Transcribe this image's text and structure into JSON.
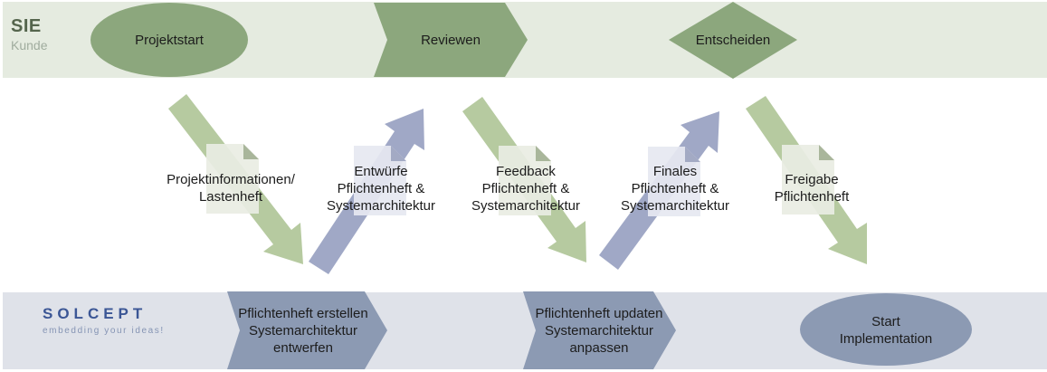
{
  "lanes": {
    "customer": {
      "title": "SIE",
      "subtitle": "Kunde"
    },
    "company": {
      "name": "SOLCEPT",
      "tagline": "embedding your ideas!"
    }
  },
  "customer_steps": [
    {
      "shape": "ellipse",
      "label": "Projektstart"
    },
    {
      "shape": "chevron",
      "label": "Reviewen"
    },
    {
      "shape": "diamond",
      "label": "Entscheiden"
    }
  ],
  "deliverables": [
    {
      "label": "Projektinformationen/\nLastenheft",
      "direction": "customer-to-company",
      "color": "green"
    },
    {
      "label": "Entwürfe\nPflichtenheft &\nSystemarchitektur",
      "direction": "company-to-customer",
      "color": "blue"
    },
    {
      "label": "Feedback\nPflichtenheft &\nSystemarchitektur",
      "direction": "customer-to-company",
      "color": "green"
    },
    {
      "label": "Finales\nPflichtenheft &\nSystemarchitektur",
      "direction": "company-to-customer",
      "color": "blue"
    },
    {
      "label": "Freigabe\nPflichtenheft",
      "direction": "customer-to-company",
      "color": "green"
    }
  ],
  "company_steps": [
    {
      "shape": "chevron",
      "label": "Pflichtenheft erstellen\nSystemarchitektur\nentwerfen"
    },
    {
      "shape": "chevron",
      "label": "Pflichtenheft updaten\nSystemarchitektur\nanpassen"
    },
    {
      "shape": "ellipse",
      "label": "Start\nImplementation"
    }
  ],
  "colors": {
    "customer_lane_bg": "#e5ebe0",
    "customer_shape": "#8ca77d",
    "customer_arrow": "#b6caa0",
    "company_lane_bg": "#dfe2e9",
    "company_shape": "#8c9ab3",
    "company_arrow": "#a0a8c6",
    "document_green": "#e9ede3",
    "document_green_fold": "#a9b69b",
    "document_blue": "#e6e8f1",
    "document_blue_fold": "#a3aac4",
    "logo_blue": "#3b5695",
    "logo_tagline_blue": "#8594b4",
    "lane_title_green": "#55654d"
  }
}
